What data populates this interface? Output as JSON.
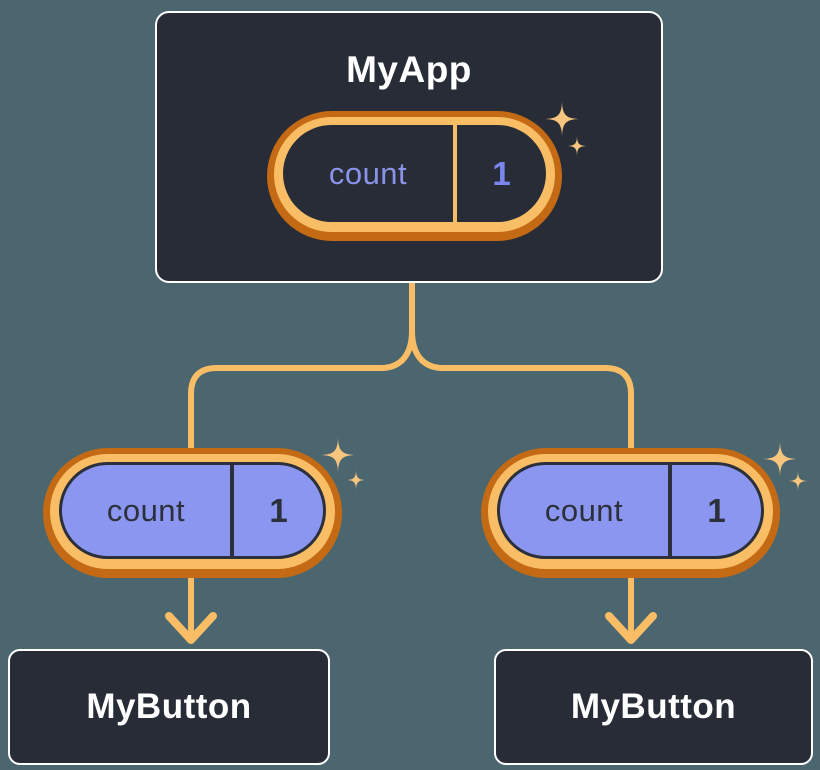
{
  "colors": {
    "background": "#4B666E",
    "panel_fill": "#272C37",
    "panel_border": "#FFFFFF",
    "ring_dark_orange": "#C46A15",
    "ring_light_orange": "#F9BD66",
    "connector_orange": "#F9BD66",
    "sparkle_orange": "#F8C57F",
    "prop_pill_fill": "#8B96F0",
    "state_label_purple": "#8A93E8",
    "state_value_purple": "#7B87EE",
    "dark_ink": "#2B303A",
    "title_text": "#FFFFFF"
  },
  "tree": {
    "root": {
      "title": "MyApp",
      "state": {
        "label": "count",
        "value": "1"
      }
    },
    "children": [
      {
        "title": "MyButton",
        "prop": {
          "label": "count",
          "value": "1"
        }
      },
      {
        "title": "MyButton",
        "prop": {
          "label": "count",
          "value": "1"
        }
      }
    ]
  }
}
